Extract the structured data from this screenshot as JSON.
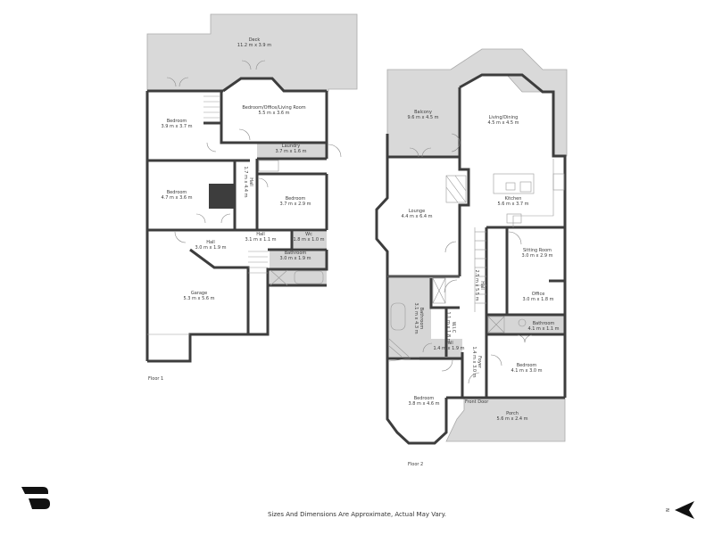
{
  "colors": {
    "wall": "#3d3d3d",
    "outdoor_fill": "#d9d9d9",
    "wet_room_fill": "#d6d6d6",
    "floor_fill": "#ffffff",
    "text": "#3a3a3a"
  },
  "floors": [
    {
      "label": "Floor 1",
      "rooms": [
        {
          "name": "Deck",
          "dims": "11.2 m x 3.9 m"
        },
        {
          "name": "Bedroom/Office/Living Room",
          "dims": "5.5 m x 3.6 m"
        },
        {
          "name": "Bedroom",
          "dims": "3.9 m x 3.7 m"
        },
        {
          "name": "Laundry",
          "dims": "3.7 m x 1.6 m"
        },
        {
          "name": "Hall",
          "dims": "1.7 m x 4.4 m"
        },
        {
          "name": "Bedroom",
          "dims": "4.7 m x 3.6 m"
        },
        {
          "name": "Bedroom",
          "dims": "3.7 m x 2.9 m"
        },
        {
          "name": "Hall",
          "dims": "3.0 m x 1.9 m"
        },
        {
          "name": "Hall",
          "dims": "3.1 m x 1.1 m"
        },
        {
          "name": "Wc",
          "dims": "1.8 m x 1.0 m"
        },
        {
          "name": "Bathroom",
          "dims": "3.0 m x 1.9 m"
        },
        {
          "name": "Garage",
          "dims": "5.3 m x 5.6 m"
        }
      ]
    },
    {
      "label": "Floor 2",
      "rooms": [
        {
          "name": "Balcony",
          "dims": "9.6 m x 4.5 m"
        },
        {
          "name": "Living/Dining",
          "dims": "4.5 m x 4.5 m"
        },
        {
          "name": "Lounge",
          "dims": "4.4 m x 6.4 m"
        },
        {
          "name": "Kitchen",
          "dims": "5.6 m x 3.7 m"
        },
        {
          "name": "Sitting Room",
          "dims": "3.0 m x 2.9 m"
        },
        {
          "name": "Hall",
          "dims": "2.5 m x 5.5 m"
        },
        {
          "name": "Office",
          "dims": "3.0 m x 1.8 m"
        },
        {
          "name": "Bathroom",
          "dims": "3.1 m x 4.3 m"
        },
        {
          "name": "W.I.C",
          "dims": "1.1 m x 1.8 m"
        },
        {
          "name": "Bathroom",
          "dims": "4.1 m x 1.1 m"
        },
        {
          "name": "Hall",
          "dims": "1.4 m x 1.9 m"
        },
        {
          "name": "Foyer",
          "dims": "1.4 m x 3.0 m"
        },
        {
          "name": "Bedroom",
          "dims": "4.1 m x 3.0 m"
        },
        {
          "name": "Bedroom",
          "dims": "3.8 m x 4.6 m"
        },
        {
          "name": "Porch",
          "dims": "5.6 m x 2.4 m"
        }
      ],
      "door_labels": [
        "Front Door"
      ]
    }
  ],
  "footer": {
    "disclaimer": "Sizes And Dimensions Are Approximate, Actual May Vary.",
    "logo_icon": "brand-logo-icon",
    "compass_icon": "north-arrow-icon",
    "compass_letter": "N"
  }
}
